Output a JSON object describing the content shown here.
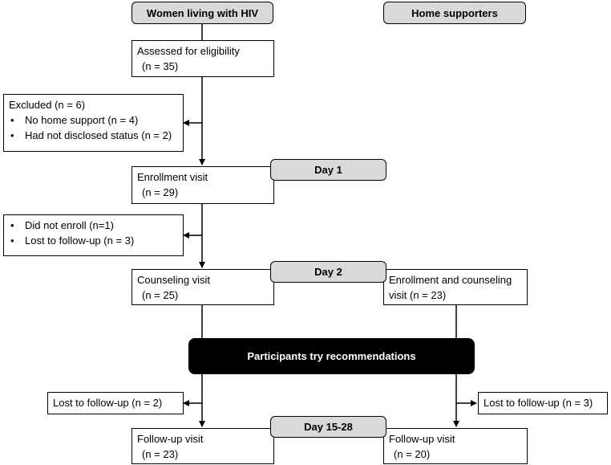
{
  "columns": {
    "women": "Women living with HIV",
    "supporters": "Home supporters"
  },
  "assessed": {
    "title": "Assessed for eligibility",
    "n": "(n = 35)"
  },
  "excluded": {
    "title": "Excluded (n = 6)",
    "reasons": [
      "No home support (n = 4)",
      "Had not disclosed status (n = 2)"
    ]
  },
  "day1": "Day 1",
  "enrollment": {
    "title": "Enrollment visit",
    "n": "(n = 29)"
  },
  "dropout1": {
    "reasons": [
      "Did not enroll (n=1)",
      "Lost to follow-up (n = 3)"
    ]
  },
  "day2": "Day 2",
  "counseling": {
    "title": "Counseling visit",
    "n": "(n = 25)"
  },
  "supporter_enroll": {
    "title": "Enrollment and counseling",
    "n": "visit  (n = 23)"
  },
  "try_recs": "Participants try recommendations",
  "lost_women": "Lost to follow-up (n = 2)",
  "lost_supporters": "Lost to follow-up (n = 3)",
  "day15": "Day 15-28",
  "followup_women": {
    "title": "Follow-up visit",
    "n": "(n = 23)"
  },
  "followup_supporters": {
    "title": "Follow-up visit",
    "n": "(n = 20)"
  }
}
